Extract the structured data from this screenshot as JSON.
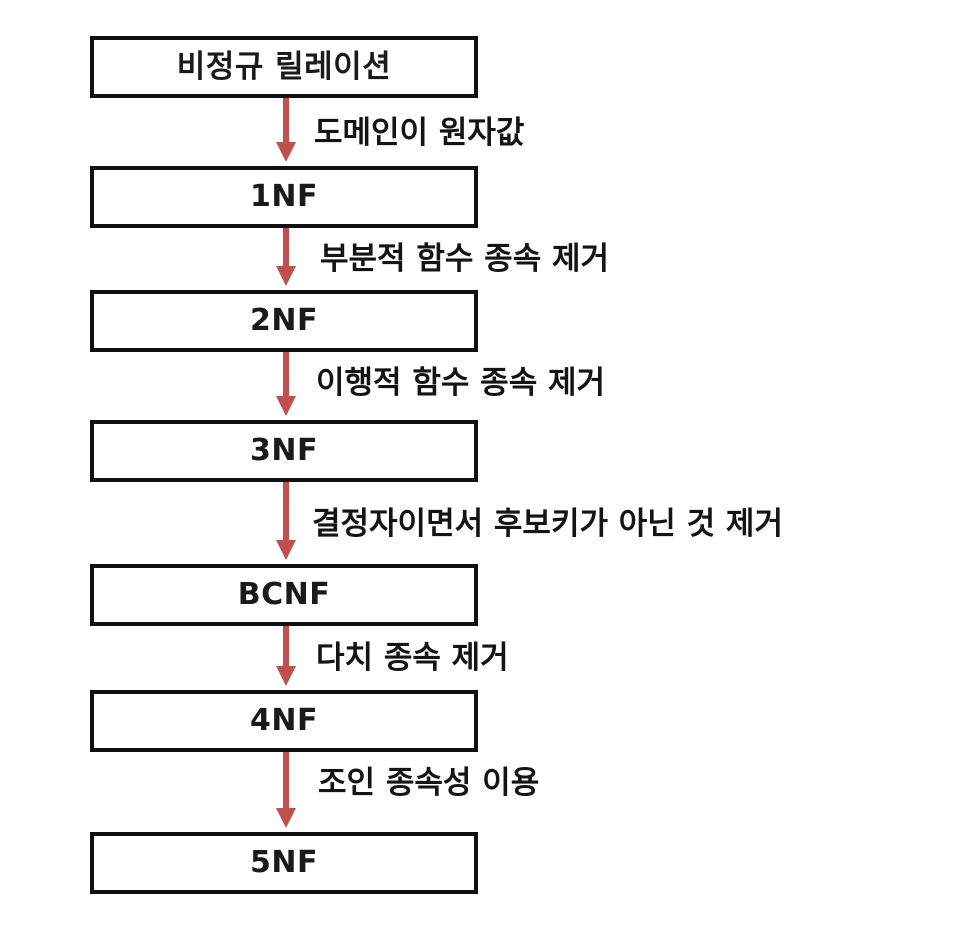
{
  "diagram": {
    "type": "flowchart",
    "title": "",
    "orientation": "vertical",
    "accent_color": "#c0504d",
    "box_border_color": "#111111",
    "text_color": "#141414",
    "nodes": [
      {
        "id": "unf",
        "label": "비정규 릴레이션",
        "script": "korean"
      },
      {
        "id": "1nf",
        "label": "1NF",
        "script": "latin"
      },
      {
        "id": "2nf",
        "label": "2NF",
        "script": "latin"
      },
      {
        "id": "3nf",
        "label": "3NF",
        "script": "latin"
      },
      {
        "id": "bcnf",
        "label": "BCNF",
        "script": "latin"
      },
      {
        "id": "4nf",
        "label": "4NF",
        "script": "latin"
      },
      {
        "id": "5nf",
        "label": "5NF",
        "script": "latin"
      }
    ],
    "edges": [
      {
        "from": "unf",
        "to": "1nf",
        "label": "도메인이 원자값"
      },
      {
        "from": "1nf",
        "to": "2nf",
        "label": "부분적 함수 종속 제거"
      },
      {
        "from": "2nf",
        "to": "3nf",
        "label": "이행적 함수 종속 제거"
      },
      {
        "from": "3nf",
        "to": "bcnf",
        "label": "결정자이면서 후보키가 아닌 것 제거"
      },
      {
        "from": "bcnf",
        "to": "4nf",
        "label": "다치 종속 제거"
      },
      {
        "from": "4nf",
        "to": "5nf",
        "label": "조인 종속성 이용"
      }
    ]
  }
}
